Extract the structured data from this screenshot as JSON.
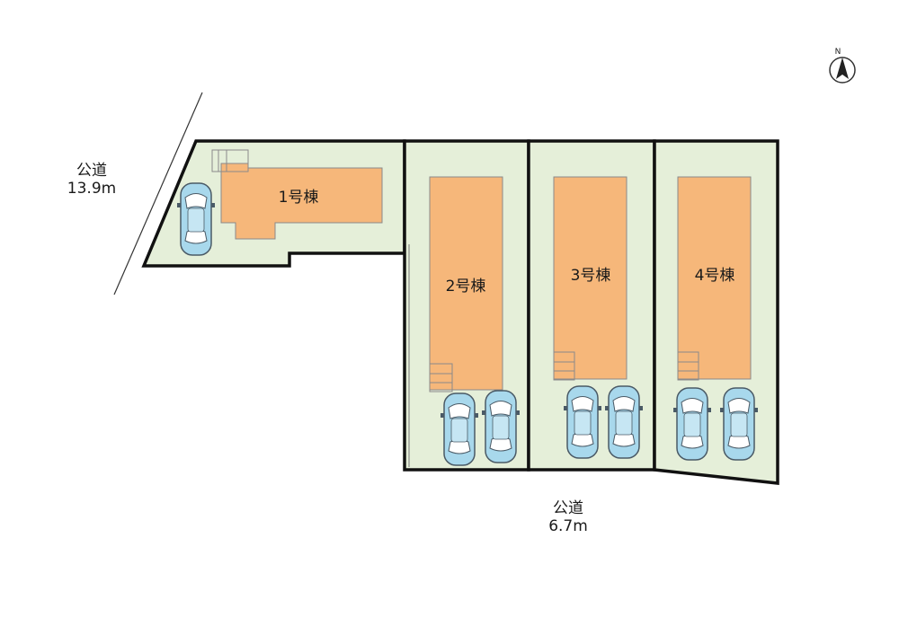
{
  "roads": [
    {
      "name": "公道",
      "width": "13.9m"
    },
    {
      "name": "公道",
      "width": "6.7m"
    }
  ],
  "buildings": [
    "1号棟",
    "2号棟",
    "3号棟",
    "4号棟"
  ],
  "compass": {
    "letter": "N"
  },
  "colors": {
    "lot": "#e5efd9",
    "building": "#f6b77a",
    "car_body": "#a8d8ec",
    "border": "#111111"
  }
}
